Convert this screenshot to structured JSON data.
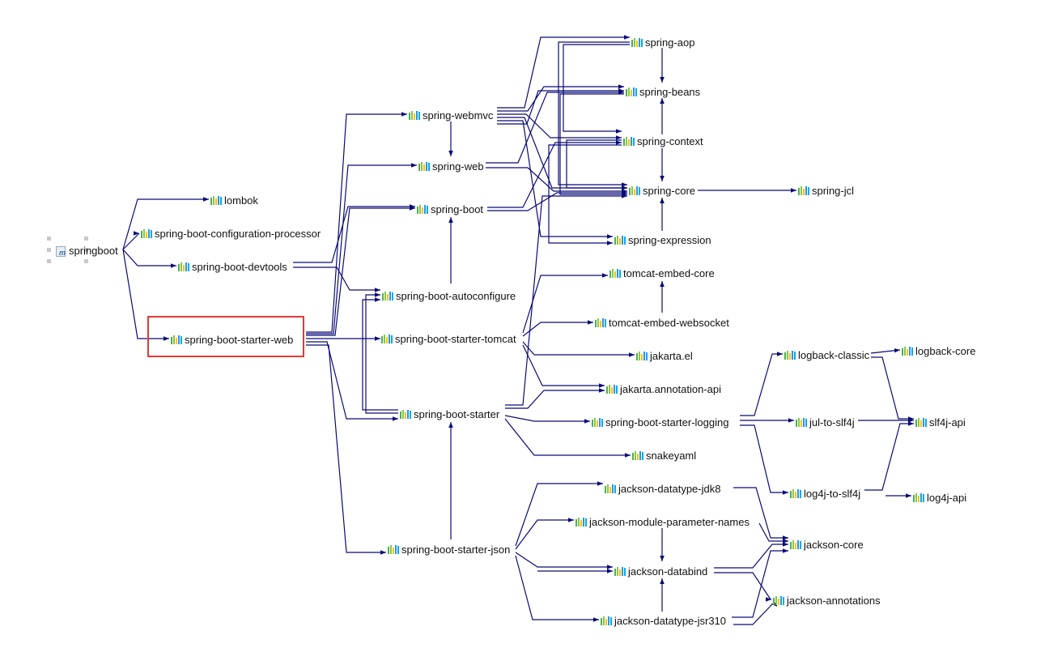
{
  "diagram": {
    "root": {
      "label": "springboot",
      "icon": "maven-project-icon"
    },
    "nodes": {
      "lombok": "lombok",
      "spring_boot_configuration_processor": "spring-boot-configuration-processor",
      "spring_boot_devtools": "spring-boot-devtools",
      "spring_boot_starter_web": "spring-boot-starter-web",
      "spring_webmvc": "spring-webmvc",
      "spring_web": "spring-web",
      "spring_boot": "spring-boot",
      "spring_boot_autoconfigure": "spring-boot-autoconfigure",
      "spring_boot_starter_tomcat": "spring-boot-starter-tomcat",
      "spring_boot_starter": "spring-boot-starter",
      "spring_boot_starter_json": "spring-boot-starter-json",
      "spring_aop": "spring-aop",
      "spring_beans": "spring-beans",
      "spring_context": "spring-context",
      "spring_core": "spring-core",
      "spring_jcl": "spring-jcl",
      "spring_expression": "spring-expression",
      "tomcat_embed_core": "tomcat-embed-core",
      "tomcat_embed_websocket": "tomcat-embed-websocket",
      "jakarta_el": "jakarta.el",
      "jakarta_annotation_api": "jakarta.annotation-api",
      "spring_boot_starter_logging": "spring-boot-starter-logging",
      "snakeyaml": "snakeyaml",
      "logback_classic": "logback-classic",
      "logback_core": "logback-core",
      "jul_to_slf4j": "jul-to-slf4j",
      "slf4j_api": "slf4j-api",
      "log4j_to_slf4j": "log4j-to-slf4j",
      "log4j_api": "log4j-api",
      "jackson_datatype_jdk8": "jackson-datatype-jdk8",
      "jackson_module_parameter_names": "jackson-module-parameter-names",
      "jackson_core": "jackson-core",
      "jackson_databind": "jackson-databind",
      "jackson_annotations": "jackson-annotations",
      "jackson_datatype_jsr310": "jackson-datatype-jsr310"
    },
    "highlighted_node": "spring-boot-starter-web",
    "colors": {
      "edge": "#0a0a78",
      "highlight": "#e53935",
      "jar_bars": [
        "#4caf50",
        "#8bc34a",
        "#ffc107",
        "#2196f3",
        "#03a9f4"
      ]
    },
    "icons": {
      "jar": "jar-library-icon",
      "project": "maven-project-icon"
    }
  }
}
